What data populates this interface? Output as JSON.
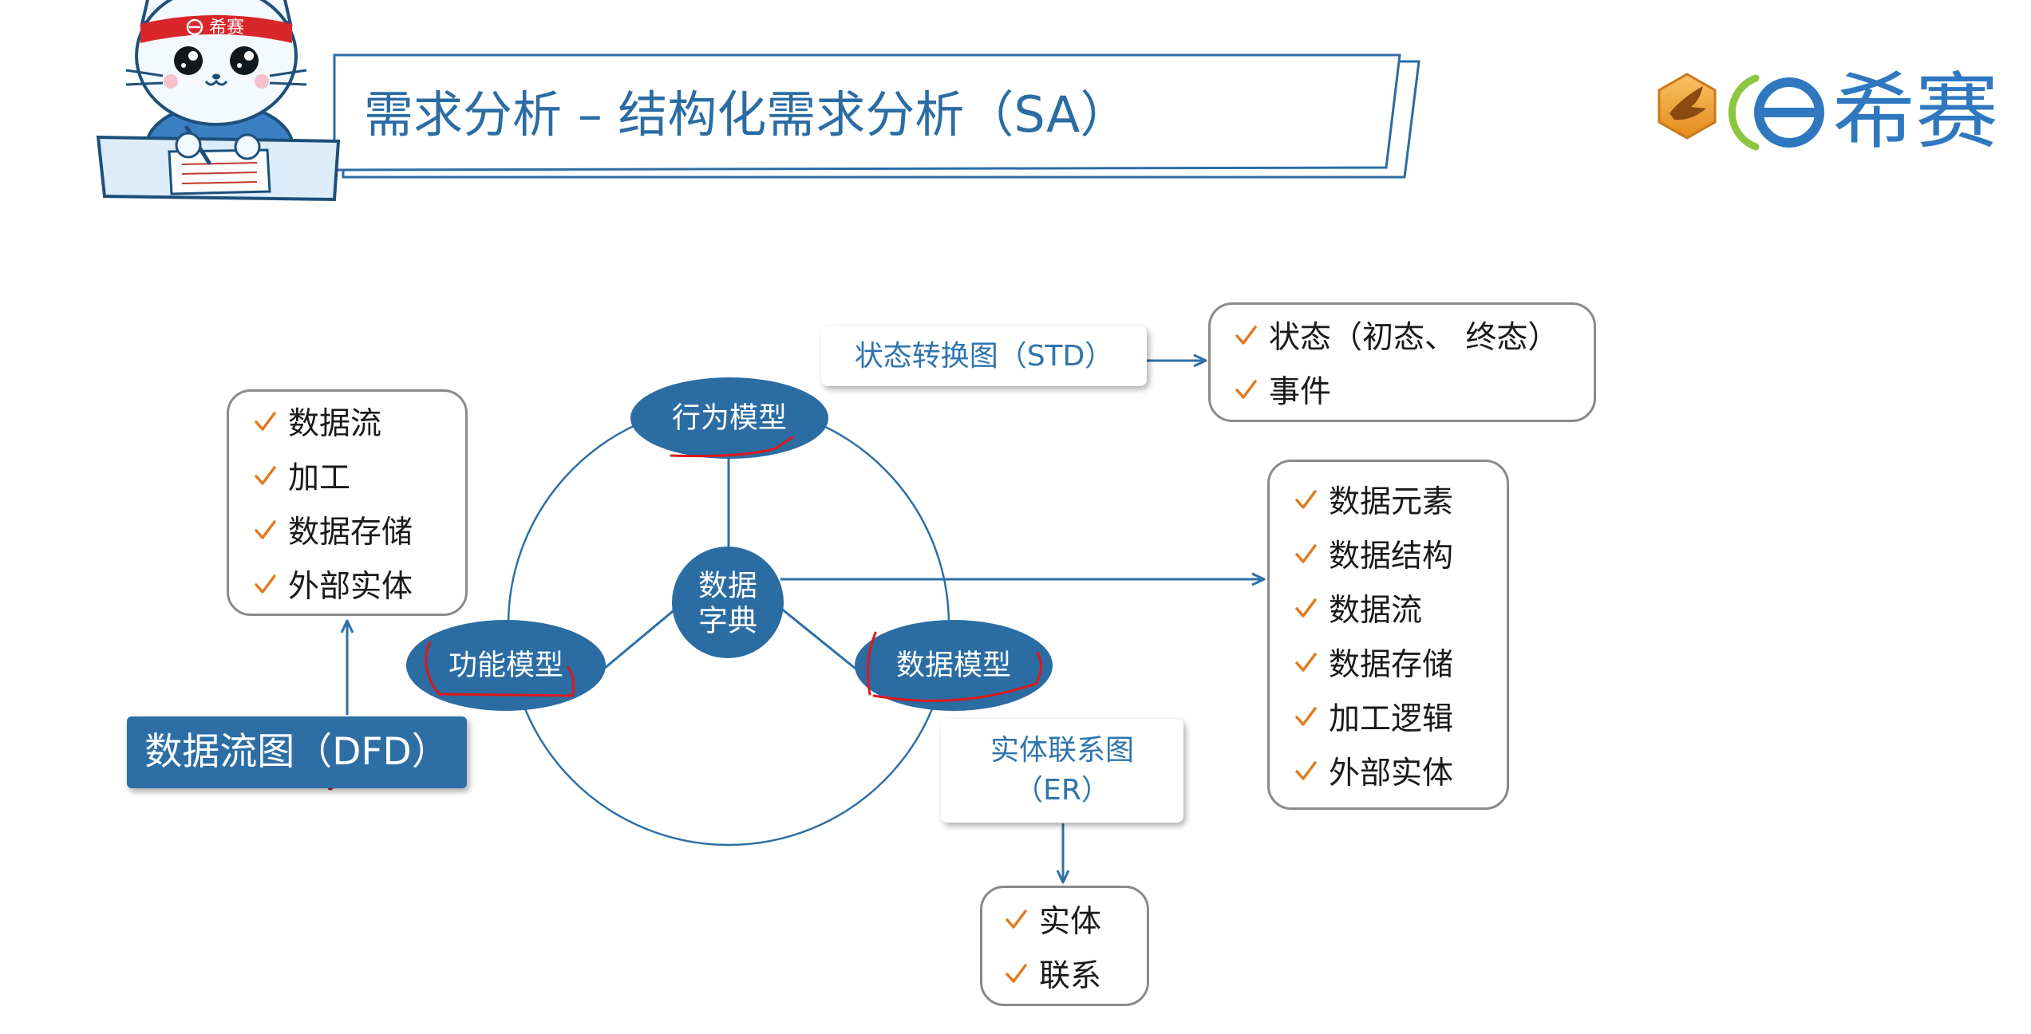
{
  "slide": {
    "title": "需求分析 – 结构化需求分析（SA）",
    "mascot_headband": "希赛",
    "logo_text": "希赛"
  },
  "diagram": {
    "dictionary": {
      "line1": "数据",
      "line2": "字典"
    },
    "behavior_model": "行为模型",
    "function_model": "功能模型",
    "data_model": "数据模型",
    "std": {
      "label": "状态转换图（STD）",
      "items": [
        "状态（初态、 终态）",
        "事件"
      ]
    },
    "dfd": {
      "label": "数据流图（DFD）",
      "items": [
        "数据流",
        "加工",
        "数据存储",
        "外部实体"
      ]
    },
    "dictionary_items": [
      "数据元素",
      "数据结构",
      "数据流",
      "数据存储",
      "加工逻辑",
      "外部实体"
    ],
    "er": {
      "line1": "实体联系图",
      "line2": "（ER）",
      "items": [
        "实体",
        "联系"
      ]
    }
  },
  "colors": {
    "primary_blue": "#2B6CA3",
    "label_text_blue": "#2F74AD",
    "check_orange": "#E27A1F",
    "annotation_red": "#E0181B",
    "box_border_gray": "#8A8A8A",
    "logo_green": "#8CC63F",
    "logo_orange": "#F2A23A"
  },
  "icons": {
    "bullet": "check-icon",
    "logo_mark": "hexagon-bird-icon",
    "logo_symbol": "e-circle-icon",
    "mascot": "cat-mascot-illustration"
  }
}
